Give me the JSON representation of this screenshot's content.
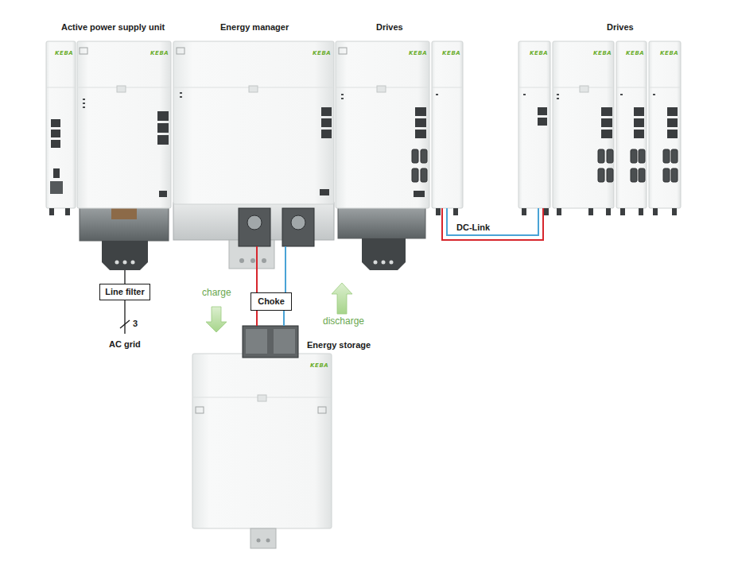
{
  "diagram": {
    "nodes": [
      {
        "text": [
          "Active power supply unit"
        ]
      },
      {
        "text": [
          "Energy manager"
        ]
      },
      {
        "text": [
          "Drives"
        ]
      },
      {
        "text": [
          "Drives"
        ]
      },
      {
        "text": [
          "Line filter"
        ]
      },
      {
        "text": [
          "Choke"
        ]
      },
      {
        "text": [
          "Energy storage"
        ]
      }
    ],
    "edges": [
      {
        "from": 0,
        "to": 4,
        "arrow": "none"
      },
      {
        "from": 1,
        "to": 5,
        "arrow": "none"
      },
      {
        "from": 5,
        "to": 6,
        "arrow": "none"
      },
      {
        "from": 2,
        "to": 3,
        "label": "DC-Link",
        "arrow": "none"
      }
    ],
    "labels": [
      "3",
      "AC grid",
      "charge",
      "discharge",
      "KEBA",
      "KEBA",
      "KEBA",
      "KEBA",
      "KEBA",
      "KEBA",
      "KEBA",
      "KEBA",
      "KEBA",
      "KEBA"
    ]
  }
}
